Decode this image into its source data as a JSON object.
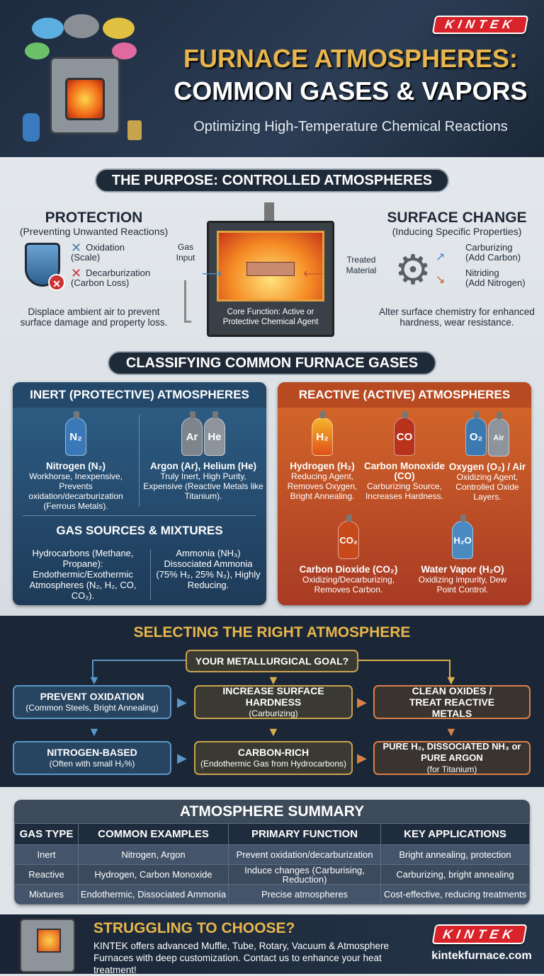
{
  "header": {
    "brand": "KINTEK",
    "title_line1": "FURNACE ATMOSPHERES:",
    "title_line2": "COMMON GASES & VAPORS",
    "subtitle": "Optimizing High-Temperature Chemical Reactions"
  },
  "purpose": {
    "heading": "THE PURPOSE: CONTROLLED ATMOSPHERES",
    "protection": {
      "title": "PROTECTION",
      "subtitle": "(Preventing Unwanted Reactions)",
      "items": [
        {
          "label": "Oxidation",
          "note": "(Scale)"
        },
        {
          "label": "Decarburization",
          "note": "(Carbon Loss)"
        }
      ],
      "description": "Displace ambient air to prevent surface damage and property loss."
    },
    "furnace": {
      "gas_input": "Gas Input",
      "treated_material": "Treated Material",
      "caption": "Core Function: Active or Protective Chemical Agent"
    },
    "surface_change": {
      "title": "SURFACE CHANGE",
      "subtitle": "(Inducing Specific Properties)",
      "items": [
        {
          "label": "Carburizing",
          "note": "(Add Carbon)"
        },
        {
          "label": "Nitriding",
          "note": "(Add Nitrogen)"
        }
      ],
      "description": "Alter surface chemistry for enhanced hardness, wear resistance."
    }
  },
  "classifying": {
    "heading": "CLASSIFYING COMMON FURNACE GASES",
    "inert": {
      "title": "INERT (PROTECTIVE) ATMOSPHERES",
      "gases": [
        {
          "symbols": [
            "N₂"
          ],
          "name": "Nitrogen (N₂)",
          "desc": "Workhorse, Inexpensive, Prevents oxidation/decarburization (Ferrous Metals)."
        },
        {
          "symbols": [
            "Ar",
            "He"
          ],
          "name": "Argon (Ar), Helium (He)",
          "desc": "Truly Inert, High Purity, Expensive (Reactive Metals like Titanium)."
        }
      ],
      "sources_title": "GAS SOURCES & MIXTURES",
      "sources": [
        {
          "name": "Hydrocarbons (Methane, Propane):",
          "desc": "Endothermic/Exothermic Atmospheres (N₂, H₂, CO, CO₂)."
        },
        {
          "name": "Ammonia (NH₃)",
          "desc": "Dissociated Ammonia (75% H₂, 25% N₂), Highly Reducing."
        }
      ]
    },
    "reactive": {
      "title": "REACTIVE (ACTIVE) ATMOSPHERES",
      "gases": [
        {
          "symbols": [
            "H₂"
          ],
          "name": "Hydrogen (H₂)",
          "desc": "Reducing Agent, Removes Oxygen, Bright Annealing."
        },
        {
          "symbols": [
            "CO"
          ],
          "name": "Carbon Monoxide (CO)",
          "desc": "Carburizing Source, Increases Hardness."
        },
        {
          "symbols": [
            "O₂",
            "Air"
          ],
          "name": "Oxygen (O₂) / Air",
          "desc": "Oxidizing Agent, Controlled Oxide Layers."
        },
        {
          "symbols": [
            "CO₂"
          ],
          "name": "Carbon Dioxide (CO₂)",
          "desc": "Oxidizing/Decarburizing, Removes Carbon."
        },
        {
          "symbols": [
            "H₂O"
          ],
          "name": "Water Vapor (H₂O)",
          "desc": "Oxidizing impurity, Dew Point Control."
        }
      ]
    }
  },
  "selecting": {
    "heading": "SELECTING THE RIGHT ATMOSPHERE",
    "goal": "YOUR METALLURGICAL GOAL?",
    "goals": [
      {
        "title": "PREVENT OXIDATION",
        "note": "(Common Steels, Bright Annealing)"
      },
      {
        "title": "INCREASE SURFACE HARDNESS",
        "note": "(Carburizing)"
      },
      {
        "title": "CLEAN OXIDES / TREAT REACTIVE METALS",
        "note": ""
      }
    ],
    "results": [
      {
        "title": "NITROGEN-BASED",
        "note": "(Often with small H₂%)"
      },
      {
        "title": "CARBON-RICH",
        "note": "(Endothermic Gas from Hydrocarbons)"
      },
      {
        "title": "PURE H₂, DISSOCIATED NH₃ or PURE ARGON",
        "note": "(for Titanium)"
      }
    ]
  },
  "summary": {
    "title": "ATMOSPHERE SUMMARY",
    "columns": [
      "GAS TYPE",
      "COMMON EXAMPLES",
      "PRIMARY FUNCTION",
      "KEY APPLICATIONS"
    ],
    "rows": [
      [
        "Inert",
        "Nitrogen, Argon",
        "Prevent oxidation/decarburization",
        "Bright annealing, protection"
      ],
      [
        "Reactive",
        "Hydrogen, Carbon Monoxide",
        "Induce changes (Carburising, Reduction)",
        "Carburizing, bright annealing"
      ],
      [
        "Mixtures",
        "Endothermic, Dissociated Ammonia",
        "Precise atmospheres",
        "Cost-effective, reducing treatments"
      ]
    ]
  },
  "footer": {
    "title": "STRUGGLING TO CHOOSE?",
    "text": "KINTEK offers advanced Muffle, Tube, Rotary, Vacuum & Atmosphere Furnaces with deep customization. Contact us to enhance your heat treatment!",
    "brand": "KINTEK",
    "url": "kintekfurnace.com"
  },
  "colors": {
    "navy": "#1f2a38",
    "gold": "#e8b64c",
    "inert_blue": "#2b5a80",
    "reactive_orange": "#c4562a",
    "brand_red": "#d9232a"
  }
}
